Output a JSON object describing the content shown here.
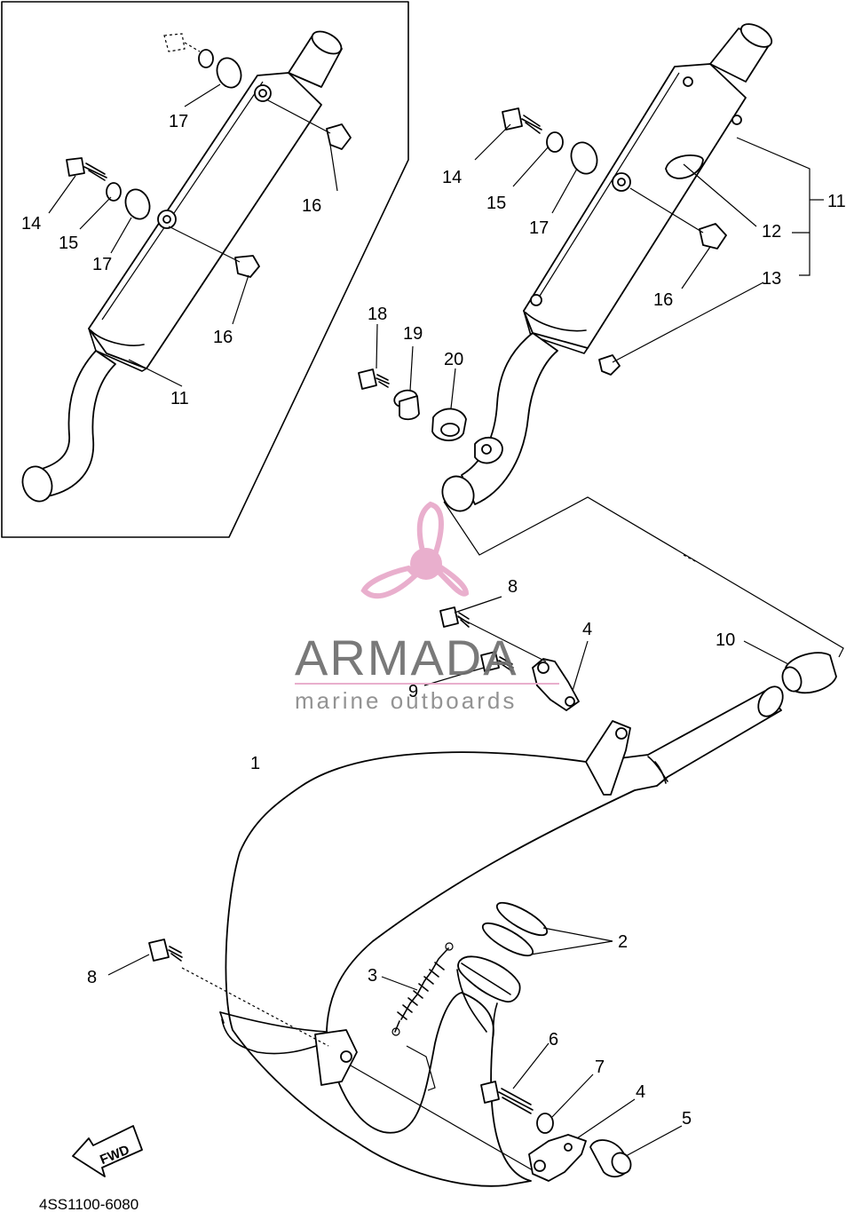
{
  "diagram": {
    "footer_code": "4SS1100-6080",
    "fwd_label": "FWD",
    "watermark": {
      "title": "ARMADA",
      "subtitle": "marine outboards",
      "accent": "#e8a9c9",
      "accent_dark": "#e07fb0"
    },
    "callouts": {
      "c1": "1",
      "c2": "2",
      "c3": "3",
      "c4a": "4",
      "c4b": "4",
      "c5": "5",
      "c6": "6",
      "c7": "7",
      "c8a": "8",
      "c8b": "8",
      "c9": "9",
      "c10": "10",
      "c11a": "11",
      "c11b": "11",
      "c12": "12",
      "c13": "13",
      "c14a": "14",
      "c14b": "14",
      "c15a": "15",
      "c15b": "15",
      "c16a": "16",
      "c16b": "16",
      "c17a": "17",
      "c17b": "17",
      "c17c": "17",
      "c18": "18",
      "c19": "19",
      "c20": "20"
    }
  }
}
